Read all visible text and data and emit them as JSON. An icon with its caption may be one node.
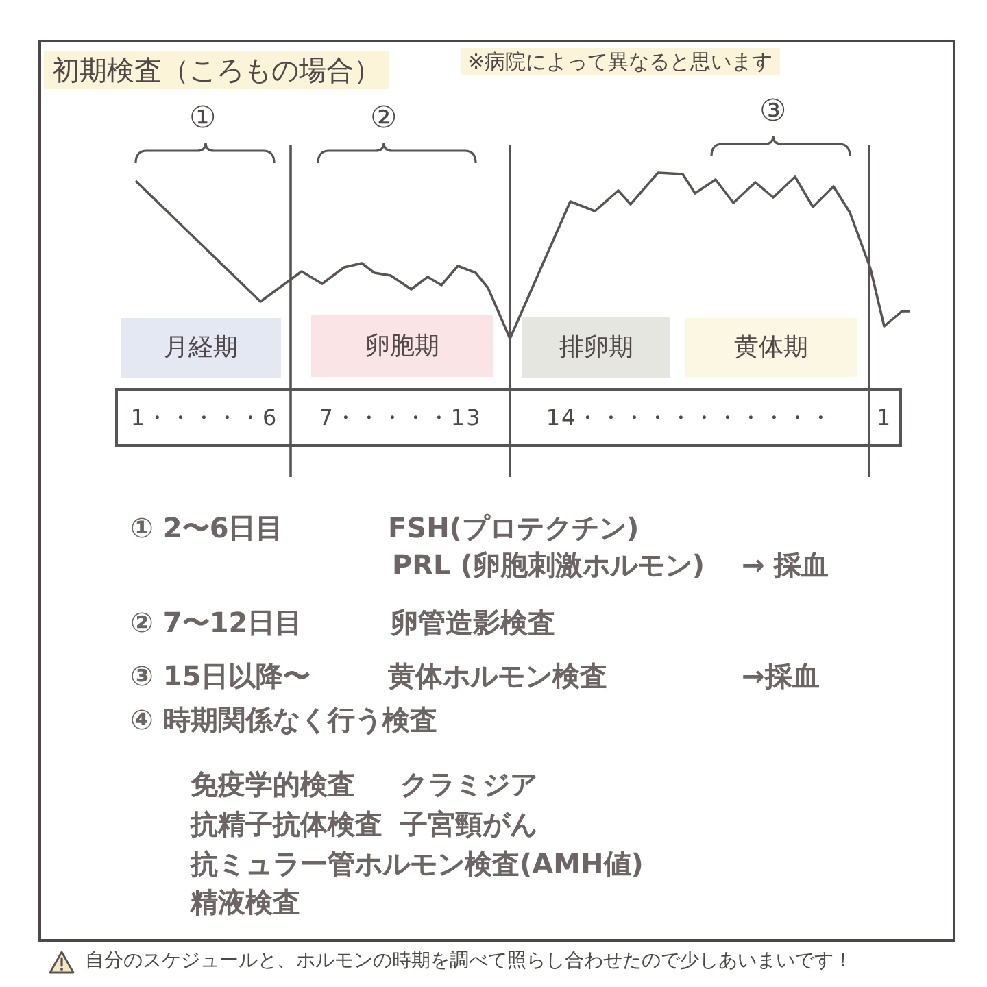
{
  "diagram": {
    "title": "初期検査（ころもの場合）",
    "caption": "自分のスケジュールと、ホルモンの時期を調べて照らし合わせたので少しあいまいです！",
    "nodes": [
      {
        "text": [
          "月経期"
        ]
      },
      {
        "text": [
          "卵胞期"
        ]
      },
      {
        "text": [
          "排卵期"
        ]
      },
      {
        "text": [
          "黄体期"
        ]
      },
      {
        "text": [
          "1・・・・・6",
          "7・・・・・13",
          "14・・・・・・・・・・・",
          "1"
        ]
      }
    ],
    "labels": [
      "※病院によって異なると思います",
      "①",
      "②",
      "③",
      "① 2〜6日目",
      "FSH(プロテクチン)",
      "PRL (卵胞刺激ホルモン)",
      "→ 採血",
      "② 7〜12日目",
      "卵管造影検査",
      "③ 15日以降〜",
      "黄体ホルモン検査",
      "→採血",
      "④ 時期関係なく行う検査",
      "免疫学的検査",
      "クラミジア",
      "抗精子抗体検査",
      "子宮頸がん",
      "抗ミュラー管ホルモン検査(AMH値)",
      "精液検査"
    ]
  }
}
